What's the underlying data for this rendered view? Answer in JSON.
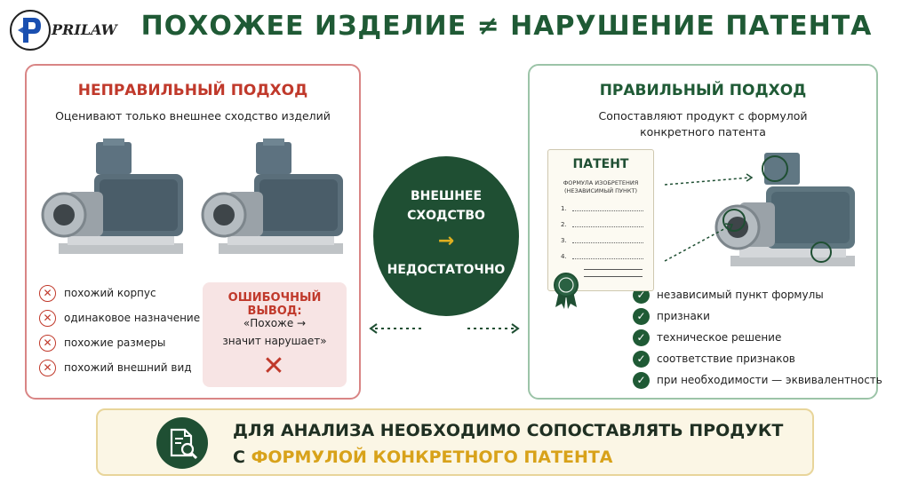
{
  "header": {
    "logo_text": "PRILAW",
    "title": "ПОХОЖЕЕ ИЗДЕЛИЕ ≠ НАРУШЕНИЕ ПАТЕНТА"
  },
  "left_panel": {
    "title": "НЕПРАВИЛЬНЫЙ ПОДХОД",
    "subtitle": "Оценивают только внешнее сходство изделий",
    "items": [
      {
        "label": "похожий корпус",
        "icon": "x-circle-icon"
      },
      {
        "label": "одинаковое назначение",
        "icon": "x-circle-icon"
      },
      {
        "label": "похожие размеры",
        "icon": "x-circle-icon"
      },
      {
        "label": "похожий внешний вид",
        "icon": "x-circle-icon"
      }
    ],
    "error_box": {
      "title": "ОШИБОЧНЫЙ ВЫВОД:",
      "line1": "«Похоже →",
      "line2": "значит нарушает»",
      "mark": "✕"
    }
  },
  "center": {
    "line1": "ВНЕШНЕЕ",
    "line2": "СХОДСТВО",
    "arrow": "→",
    "line3": "НЕДОСТАТОЧНО"
  },
  "right_panel": {
    "title": "ПРАВИЛЬНЫЙ ПОДХОД",
    "subtitle_line1": "Сопоставляют продукт с формулой",
    "subtitle_line2": "конкретного патента",
    "patent": {
      "title": "ПАТЕНТ",
      "sub_line1": "ФОРМУЛА ИЗОБРЕТЕНИЯ",
      "sub_line2": "(НЕЗАВИСИМЫЙ ПУНКТ)",
      "lines": [
        "1.",
        "2.",
        "3.",
        "4."
      ]
    },
    "items": [
      {
        "label": "независимый пункт формулы",
        "icon": "check-circle-icon"
      },
      {
        "label": "признаки",
        "icon": "check-circle-icon"
      },
      {
        "label": "техническое решение",
        "icon": "check-circle-icon"
      },
      {
        "label": "соответствие признаков",
        "icon": "check-circle-icon"
      },
      {
        "label": "при необходимости — эквивалентность",
        "icon": "check-circle-icon"
      }
    ]
  },
  "banner": {
    "line1": "ДЛЯ АНАЛИЗА НЕОБХОДИМО СОПОСТАВЛЯТЬ ПРОДУКТ",
    "line2_prefix": "С ",
    "line2_highlight": "ФОРМУЛОЙ КОНКРЕТНОГО ПАТЕНТА",
    "icon": "document-search-icon"
  },
  "colors": {
    "primary_green": "#1f4f33",
    "title_green": "#1f5a35",
    "error_red": "#c0392b",
    "accent_gold": "#d8a21a"
  }
}
